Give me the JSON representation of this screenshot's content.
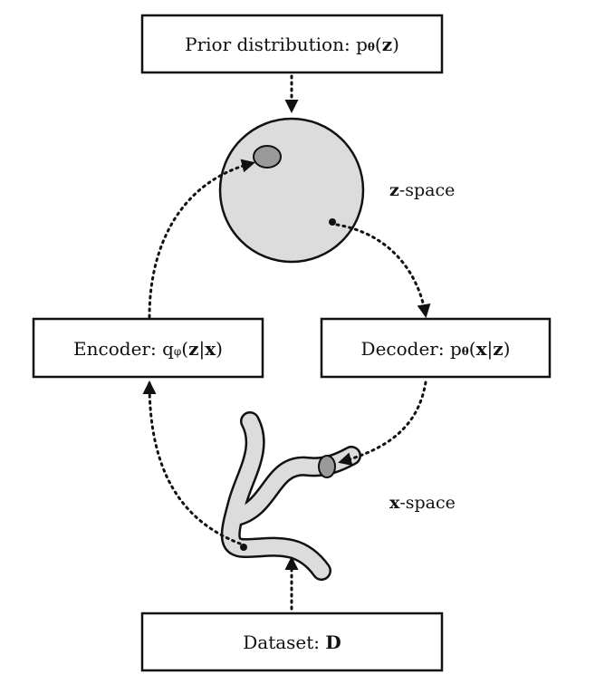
{
  "prior_box": {
    "prefix": "Prior distribution: p",
    "subscript": "θ",
    "open": "(",
    "var": "z",
    "close": ")"
  },
  "z_space": {
    "var": "z",
    "suffix": "-space"
  },
  "encoder_box": {
    "prefix": "Encoder: q",
    "subscript": "φ",
    "open": "(",
    "var1": "z",
    "sep": "|",
    "var2": "x",
    "close": ")"
  },
  "decoder_box": {
    "prefix": "Decoder: p",
    "subscript": "θ",
    "open": "(",
    "var1": "x",
    "sep": "|",
    "var2": "z",
    "close": ")"
  },
  "x_space": {
    "var": "x",
    "suffix": "-space"
  },
  "dataset_box": {
    "prefix": "Dataset: ",
    "var": "D"
  },
  "colors": {
    "stroke": "#111111",
    "region_fill": "#dcdcdc",
    "blob_fill": "#9a9a9a",
    "background": "#ffffff"
  }
}
